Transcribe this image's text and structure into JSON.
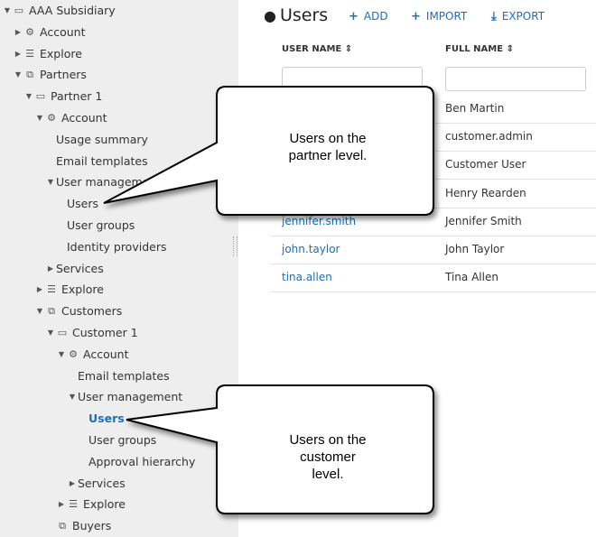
{
  "sidebar": {
    "items": [
      {
        "label": "AAA Subsidiary",
        "level": 0,
        "arrow": "down",
        "icon": "window"
      },
      {
        "label": "Account",
        "level": 1,
        "arrow": "right",
        "icon": "gear"
      },
      {
        "label": "Explore",
        "level": 1,
        "arrow": "right",
        "icon": "list"
      },
      {
        "label": "Partners",
        "level": 1,
        "arrow": "down",
        "icon": "windows"
      },
      {
        "label": "Partner 1",
        "level": 2,
        "arrow": "down",
        "icon": "window"
      },
      {
        "label": "Account",
        "level": 3,
        "arrow": "down",
        "icon": "gear"
      },
      {
        "label": "Usage summary",
        "level": 4,
        "arrow": "",
        "icon": ""
      },
      {
        "label": "Email templates",
        "level": 4,
        "arrow": "",
        "icon": ""
      },
      {
        "label": "User management",
        "level": 4,
        "arrow": "down",
        "icon": "",
        "lead": true
      },
      {
        "label": "Users",
        "level": 5,
        "arrow": "",
        "icon": ""
      },
      {
        "label": "User groups",
        "level": 5,
        "arrow": "",
        "icon": ""
      },
      {
        "label": "Identity providers",
        "level": 5,
        "arrow": "",
        "icon": ""
      },
      {
        "label": "Services",
        "level": 4,
        "arrow": "right",
        "icon": "",
        "lead": true
      },
      {
        "label": "Explore",
        "level": 3,
        "arrow": "right",
        "icon": "list"
      },
      {
        "label": "Customers",
        "level": 3,
        "arrow": "down",
        "icon": "windows"
      },
      {
        "label": "Customer 1",
        "level": 4,
        "arrow": "down",
        "icon": "window"
      },
      {
        "label": "Account",
        "level": 5,
        "arrow": "down",
        "icon": "gear"
      },
      {
        "label": "Email templates",
        "level": 6,
        "arrow": "",
        "icon": ""
      },
      {
        "label": "User management",
        "level": 6,
        "arrow": "down",
        "icon": "",
        "lead": true
      },
      {
        "label": "Users",
        "level": 7,
        "arrow": "",
        "icon": "",
        "active": true
      },
      {
        "label": "User groups",
        "level": 7,
        "arrow": "",
        "icon": ""
      },
      {
        "label": "Approval hierarchy",
        "level": 7,
        "arrow": "",
        "icon": ""
      },
      {
        "label": "Services",
        "level": 6,
        "arrow": "right",
        "icon": "",
        "lead": true
      },
      {
        "label": "Explore",
        "level": 5,
        "arrow": "right",
        "icon": "list"
      },
      {
        "label": "Buyers",
        "level": 5,
        "arrow": "",
        "icon": "windows"
      }
    ]
  },
  "main": {
    "title": "Users",
    "add": "ADD",
    "import": "IMPORT",
    "export": "EXPORT",
    "columns": [
      "USER NAME",
      "FULL NAME"
    ],
    "rows": [
      {
        "user": "",
        "full": "Ben Martin"
      },
      {
        "user": "",
        "full": "customer.admin"
      },
      {
        "user": "",
        "full": "Customer User"
      },
      {
        "user": "",
        "full": "Henry Rearden"
      },
      {
        "user": "jennifer.smith",
        "full": "Jennifer Smith"
      },
      {
        "user": "john.taylor",
        "full": "John Taylor"
      },
      {
        "user": "tina.allen",
        "full": "Tina Allen"
      }
    ]
  },
  "callouts": {
    "partner": "Users on the partner level.",
    "customer": "Users on the customer level."
  },
  "colors": {
    "link": "#1e6fb8",
    "sidebar_bg": "#eeeeee"
  }
}
